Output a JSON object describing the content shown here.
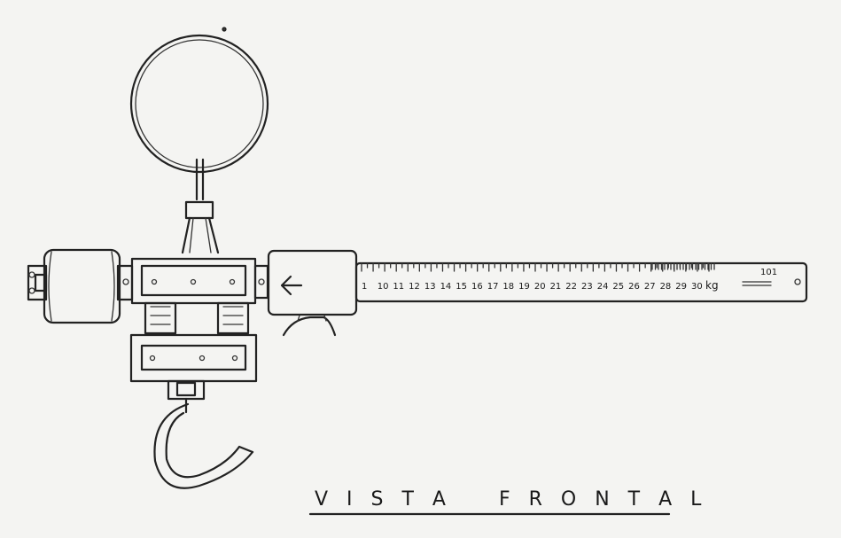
{
  "title": {
    "word1": "V I S T A",
    "word2": "F R O N T A L"
  },
  "scale": {
    "numbers": [
      "1",
      "10",
      "11",
      "12",
      "13",
      "14",
      "15",
      "16",
      "17",
      "18",
      "19",
      "20",
      "21",
      "22",
      "23",
      "24",
      "25",
      "26",
      "27",
      "28",
      "29",
      "30"
    ],
    "unit": "kg",
    "end_mark": "101",
    "arrow_glyph": "←"
  },
  "colors": {
    "paper": "#f4f4f2",
    "ink": "#222222"
  }
}
